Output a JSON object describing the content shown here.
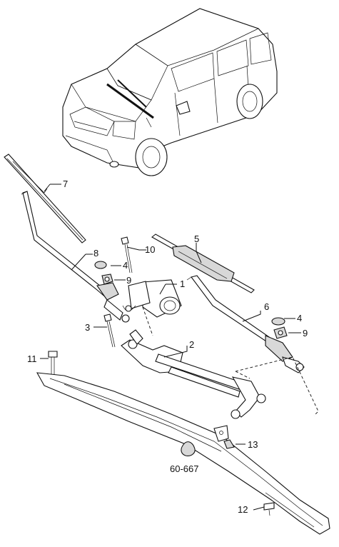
{
  "callouts": {
    "c1": "1",
    "c2": "2",
    "c3": "3",
    "c4a": "4",
    "c4b": "4",
    "c5": "5",
    "c6": "6",
    "c7": "7",
    "c8": "8",
    "c9a": "9",
    "c9b": "9",
    "c10": "10",
    "c11": "11",
    "c12": "12",
    "c13": "13",
    "ref": "60-667"
  }
}
